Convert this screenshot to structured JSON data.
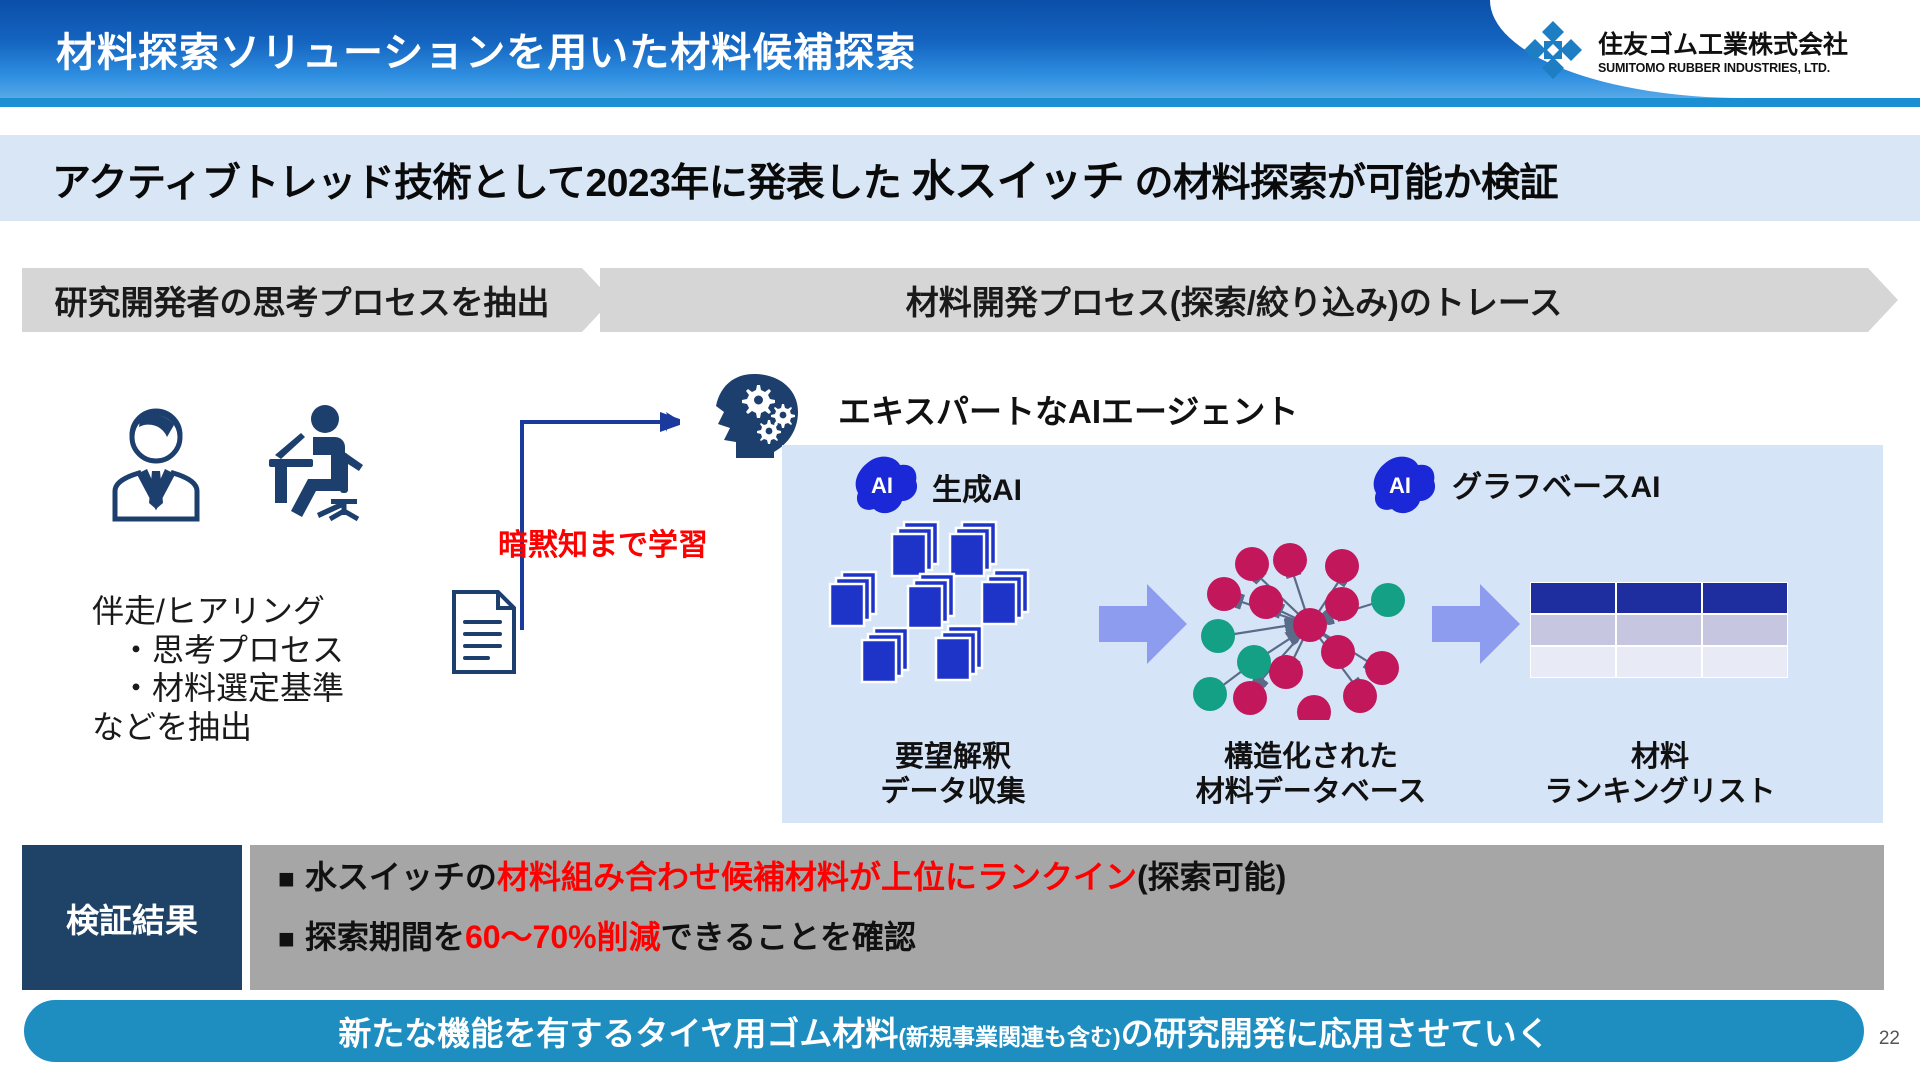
{
  "header": {
    "title": "材料探索ソリューションを用いた材料候補探索",
    "logo_ja": "住友ゴム工業株式会社",
    "logo_en": "SUMITOMO RUBBER INDUSTRIES, LTD.",
    "logo_icon": "sumitomo-diamond-logo"
  },
  "subtitle": {
    "prefix": "アクティブトレッド技術として2023年に発表した ",
    "highlight": "水スイッチ",
    "suffix": " の材料探索が可能か検証"
  },
  "chevrons": [
    {
      "label": "研究開発者の思考プロセスを抽出"
    },
    {
      "label": "材料開発プロセス(探索/絞り込み)のトレース"
    }
  ],
  "left": {
    "icons": [
      "person-suit-icon",
      "person-at-desk-icon",
      "document-icon"
    ],
    "caption_line1": "伴走/ヒアリング",
    "caption_line2": "・思考プロセス",
    "caption_line3": "・材料選定基準",
    "caption_line4": "などを抽出",
    "arrow_label": "暗黙知まで学習"
  },
  "agent": {
    "icon": "brain-gears-icon",
    "title": "エキスパートなAIエージェント"
  },
  "pipeline": {
    "badge_text": "AI",
    "ai_left_label": "生成AI",
    "ai_right_label": "グラフベースAI",
    "stages": [
      {
        "icon": "documents-stack-icon",
        "line1": "要望解釈",
        "line2": "データ収集"
      },
      {
        "icon": "network-graph-icon",
        "line1": "構造化された",
        "line2": "材料データベース"
      },
      {
        "icon": "ranking-table-icon",
        "line1": "材料",
        "line2": "ランキングリスト"
      }
    ]
  },
  "results": {
    "tag": "検証結果",
    "bullet_glyph": "■",
    "line1": {
      "seg1": "水スイッチの",
      "seg2_red": "材料組み合わせ候補材料が上位にランクイン",
      "seg3": "(探索可能)"
    },
    "line2": {
      "seg1": "探索期間を",
      "seg2_red": "60～70%削減",
      "seg3": "できることを確認"
    }
  },
  "footer": {
    "main1": "新たな機能を有するタイヤ用ゴム材料",
    "small": "(新規事業関連も含む)",
    "main2": "の研究開発に応用させていく",
    "page_number": "22"
  },
  "colors": {
    "header_blue": "#1464c0",
    "header_underline": "#1b8fd4",
    "subtitle_band": "#d8e6f5",
    "chevron_gray": "#d6d6d6",
    "panel_blue": "#d6e4f7",
    "navy": "#1f4366",
    "result_gray": "#a6a6a6",
    "footer_teal": "#1e8ec1",
    "accent_red": "#ff0000",
    "node_magenta": "#c2185b",
    "node_teal": "#14a085",
    "doc_blue": "#1e34c8",
    "arrow_periwinkle": "#8e9cf0"
  }
}
